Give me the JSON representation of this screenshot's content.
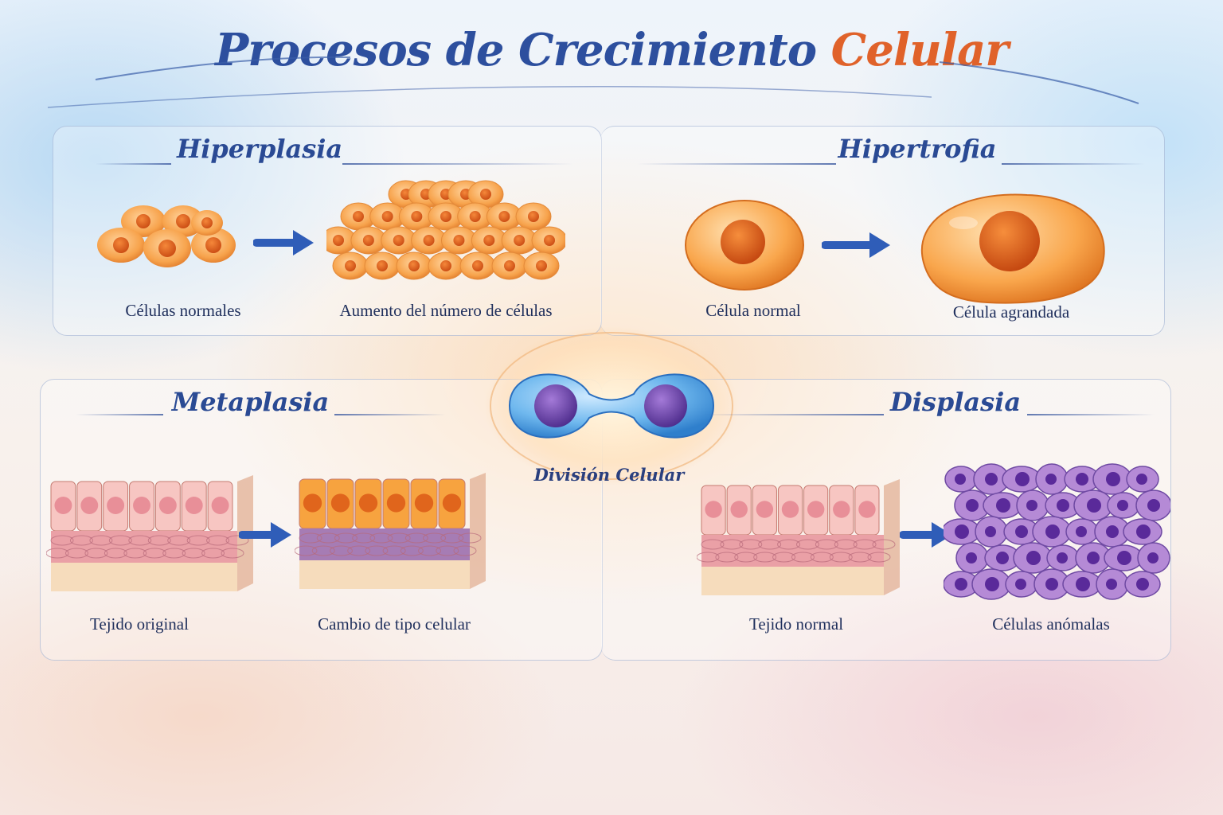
{
  "title": {
    "main": "Procesos de Crecimiento",
    "accent": "Celular"
  },
  "center": {
    "label": "División Celular"
  },
  "panels": {
    "hiperplasia": {
      "title": "Hiperplasia",
      "left_caption": "Células normales",
      "right_caption": "Aumento del número de células"
    },
    "hipertrofia": {
      "title": "Hipertrofia",
      "left_caption": "Célula normal",
      "right_caption": "Célula agrandada"
    },
    "metaplasia": {
      "title": "Metaplasia",
      "left_caption": "Tejido original",
      "right_caption": "Cambio de tipo celular"
    },
    "displasia": {
      "title": "Displasia",
      "left_caption": "Tejido normal",
      "right_caption": "Células anómalas"
    }
  },
  "colors": {
    "title_blue": "#2d4f9e",
    "title_accent": "#e0622a",
    "cell_orange": "#f5a04a",
    "nucleus_orange": "#e8601e",
    "arrow_blue": "#2f5db8",
    "dysplasia_purple": "#9a6fc0",
    "division_blue": "#5aa9e6"
  }
}
